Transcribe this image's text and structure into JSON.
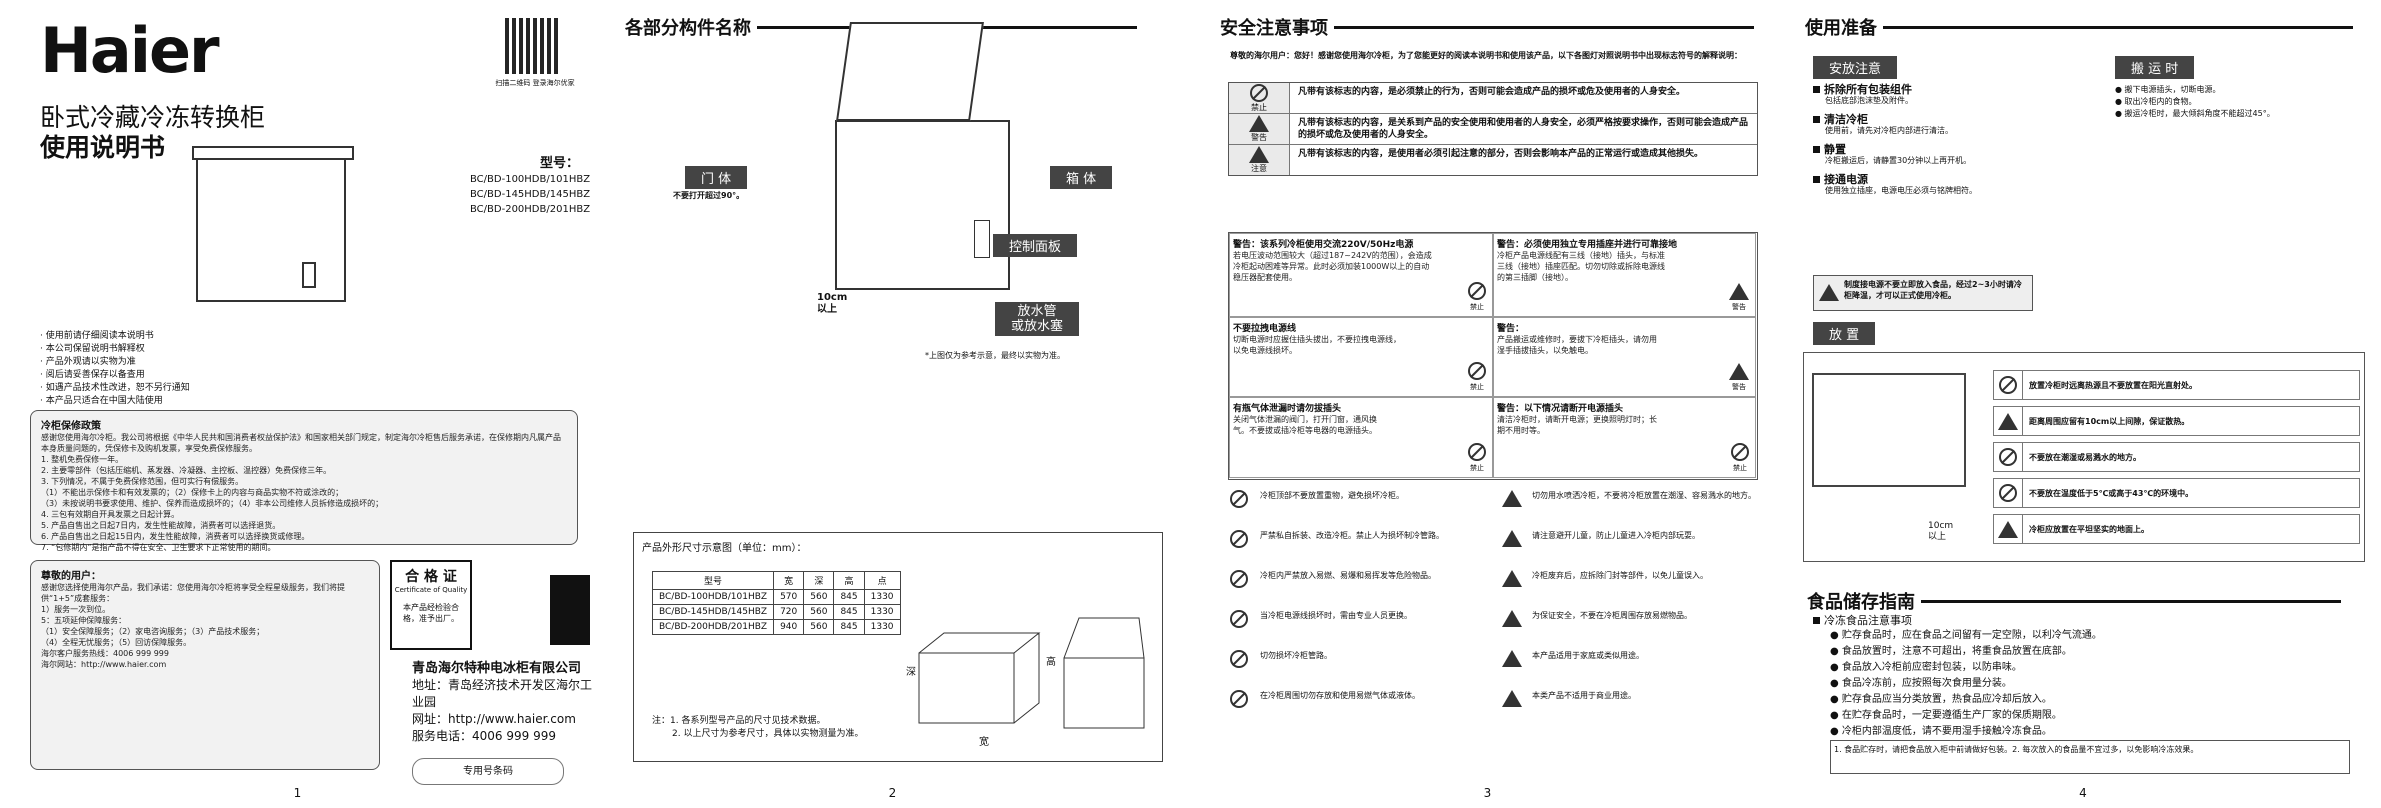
{
  "p1": {
    "brand": "Haier",
    "qr_caption": "扫描二维码 登录海尔优家",
    "title1": "卧式冷藏冷冻转换柜",
    "title2": "使用说明书",
    "model_label": "型号：",
    "models": [
      "BC/BD-100HDB/101HBZ",
      "BC/BD-145HDB/145HBZ",
      "BC/BD-200HDB/201HBZ"
    ],
    "notes": [
      "使用前请仔细阅读本说明书",
      "本公司保留说明书解释权",
      "产品外观请以实物为准",
      "阅后请妥善保存以备查用",
      "如遇产品技术性改进，恕不另行通知",
      "本产品只适合在中国大陆使用"
    ],
    "policy_title": "冷柜保修政策",
    "policy_text": "感谢您使用海尔冷柜。我公司将根据《中华人民共和国消费者权益保护法》和国家相关部门规定，制定海尔冷柜售后服务承诺，在保修期内凡属产品本身质量问题的，凭保修卡及购机发票，享受免费保修服务。",
    "policy_items": [
      "1. 整机免费保修一年。",
      "2. 主要零部件（包括压缩机、蒸发器、冷凝器、主控板、温控器）免费保修三年。",
      "3. 下列情况，不属于免费保修范围，但可实行有偿服务。",
      "（1）不能出示保修卡和有效发票的；（2）保修卡上的内容与商品实物不符或涂改的；",
      "（3）未按说明书要求使用、维护、保养而造成损坏的；（4）非本公司维修人员拆修造成损坏的；",
      "4. 三包有效期自开具发票之日起计算。",
      "5. 产品自售出之日起7日内，发生性能故障，消费者可以选择退货。",
      "6. 产品自售出之日起15日内，发生性能故障，消费者可以选择换货或修理。",
      "7. “包修期内”是指产品不得在安全、卫生要求下正常使用的期间。"
    ],
    "user_title": "尊敬的用户：",
    "user_text": "感谢您选择使用海尔产品，我们承诺：您使用海尔冷柜将享受全程星级服务，我们将提供“1+5”成套服务：",
    "user_items": [
      "1）服务一次到位。",
      "5：五项延伸保障服务：",
      "（1）安全保障服务；（2）家电咨询服务；（3）产品技术服务；",
      "（4）全程无忧服务；（5）回访保障服务。",
      "海尔客户服务热线：4006 999 999",
      "海尔网站：http://www.haier.com"
    ],
    "cert_title": "合 格 证",
    "cert_sub": "Certificate of Quality",
    "cert_text": "本产品经检验合格，准予出厂。",
    "company_name": "青岛海尔特种电冰柜有限公司",
    "company_addr_label": "地址：",
    "company_addr": "青岛经济技术开发区海尔工业园",
    "web_label": "网址：",
    "web": "http://www.haier.com",
    "tel_label": "服务电话：",
    "tel": "4006 999 999",
    "stamp": "专用号条码",
    "page": "1"
  },
  "p2": {
    "heading": "各部分构件名称",
    "labels": {
      "door": "门 体",
      "door_note": "不要打开超过90°。",
      "box": "箱 体",
      "panel": "控制面板",
      "drain": "放水管\n或放水塞",
      "gap": "10cm\n以上"
    },
    "fig_note": "*上图仅为参考示意，最终以实物为准。",
    "dim_title": "产品外形尺寸示意图（单位：mm）：",
    "dim_head": [
      "型号",
      "宽",
      "深",
      "高",
      "点"
    ],
    "dim_rows": [
      [
        "BC/BD-100HDB/101HBZ",
        "570",
        "560",
        "845",
        "1330"
      ],
      [
        "BC/BD-145HDB/145HBZ",
        "720",
        "560",
        "845",
        "1330"
      ],
      [
        "BC/BD-200HDB/201HBZ",
        "940",
        "560",
        "845",
        "1330"
      ]
    ],
    "dim_axis": {
      "w": "宽",
      "d": "深",
      "h": "高"
    },
    "dim_notes": [
      "注：1. 各系列型号产品的尺寸见技术数据。",
      "2. 以上尺寸为参考尺寸，具体以实物测量为准。"
    ],
    "page": "2"
  },
  "p3": {
    "heading": "安全注意事项",
    "intro": "尊敬的海尔用户：您好！感谢您使用海尔冷柜，为了您能更好的阅读本说明书和使用该产品，以下各图灯对照说明书中出现标志符号的解释说明：",
    "rows": [
      {
        "tag": "禁止",
        "text": "凡带有该标志的内容，是必须禁止的行为，否则可能会造成产品的损坏或危及使用者的人身安全。"
      },
      {
        "tag": "警告",
        "text": "凡带有该标志的内容，是关系到产品的安全使用和使用者的人身安全，必须严格按要求操作，否则可能会造成产品的损坏或危及使用者的人身安全。"
      },
      {
        "tag": "注意",
        "text": "凡带有该标志的内容，是使用者必须引起注意的部分，否则会影响本产品的正常运行或造成其他损失。"
      }
    ],
    "warn": [
      {
        "title": "警告：该系列冷柜使用交流220V/50Hz电源",
        "text": "若电压波动范围较大（超过187~242V的范围），会造成冷柜起动困难等异常。此时必须加装1000W以上的自动稳压器配套使用。",
        "tag": "禁止"
      },
      {
        "title": "警告：必须使用独立专用插座并进行可靠接地",
        "text": "冷柜产品电源线配有三线（接地）插头，与标准三线（接地）插座匹配。切勿切除或拆除电源线的第三插脚（接地）。",
        "tag": "警告"
      },
      {
        "title": "不要拉拽电源线",
        "text": "切断电源时应握住插头拔出，不要拉拽电源线，以免电源线损坏。",
        "tag": "禁止"
      },
      {
        "title": "警告：",
        "text": "产品搬运或维修时，要拔下冷柜插头，请勿用湿手插拔插头，以免触电。",
        "tag": "警告"
      },
      {
        "title": "有瓶气体泄漏时请勿拔插头",
        "text": "关闭气体泄漏的阀门，打开门窗，通风换气。不要拔或插冷柜等电器的电源插头。",
        "tag": "禁止"
      },
      {
        "title": "警告：以下情况请断开电源插头",
        "text": "清洁冷柜时，请断开电源；更换照明灯时；长期不用时等。",
        "tag": "禁止"
      }
    ],
    "items": [
      "冷柜顶部不要放置重物，避免损坏冷柜。",
      "严禁私自拆装、改造冷柜。禁止人为损坏制冷管路。",
      "冷柜内严禁放入易燃、易爆和易挥发等危险物品。",
      "当冷柜电源线损坏时，需由专业人员更换。",
      "切勿损坏冷柜管路。",
      "在冷柜周围切勿存放和使用易燃气体或液体。",
      "切勿用水喷洒冷柜，不要将冷柜放置在潮湿、容易溅水的地方。",
      "请注意避开儿童，防止儿童进入冷柜内部玩耍。",
      "冷柜废弃后，应拆除门封等部件，以免儿童误入。",
      "为保证安全，不要在冷柜周围存放易燃物品。",
      "本产品适用于家庭或类似用途。",
      "本类产品不适用于商业用途。"
    ],
    "page": "3"
  },
  "p4": {
    "heading": "使用准备",
    "sec_install": "安放注意",
    "install_items": [
      {
        "t": "拆除所有包装组件",
        "d": "包括底部泡沫垫及附件。"
      },
      {
        "t": "清洁冷柜",
        "d": "使用前，请先对冷柜内部进行清洁。"
      },
      {
        "t": "静置",
        "d": "冷柜搬运后，请静置30分钟以上再开机。"
      },
      {
        "t": "接通电源",
        "d": "使用独立插座，电源电压必须与铭牌相符。"
      }
    ],
    "install_warn": "制度接电源不要立即放入食品，经过2~3小时请冷柜降温，才可以正式使用冷柜。",
    "sec_move": "搬 运 时",
    "move_items": [
      "搬下电源插头，切断电源。",
      "取出冷柜内的食物。",
      "搬运冷柜时，最大倾斜角度不能超过45°。"
    ],
    "sec_place": "放 置",
    "place_rows": [
      "放置冷柜时远离热源且不要放置在阳光直射处。",
      "距离周围应留有10cm以上间隙，保证散热。",
      "不要放在潮湿或易溅水的地方。",
      "不要放在温度低于5℃或高于43℃的环境中。",
      "冷柜应放置在平坦坚实的地面上。"
    ],
    "place_gap": "10cm\n以上",
    "food_heading": "食品储存指南",
    "food_sub": "冷冻食品注意事项",
    "food_items": [
      "贮存食品时，应在食品之间留有一定空隙，以利冷气流通。",
      "食品放置时，注意不可超出，将重食品放置在底部。",
      "食品放入冷柜前应密封包装，以防串味。",
      "食品冷冻前，应按照每次食用量分装。",
      "贮存食品应当分类放置，热食品应冷却后放入。",
      "在贮存食品时，一定要遵循生产厂家的保质期限。",
      "冷柜内部温度低，请不要用湿手接触冷冻食品。"
    ],
    "food_note": "1. 食品贮存时，请把食品放入柜中前请做好包装。2. 每次放入的食品量不宜过多，以免影响冷冻效果。",
    "page": "4"
  }
}
